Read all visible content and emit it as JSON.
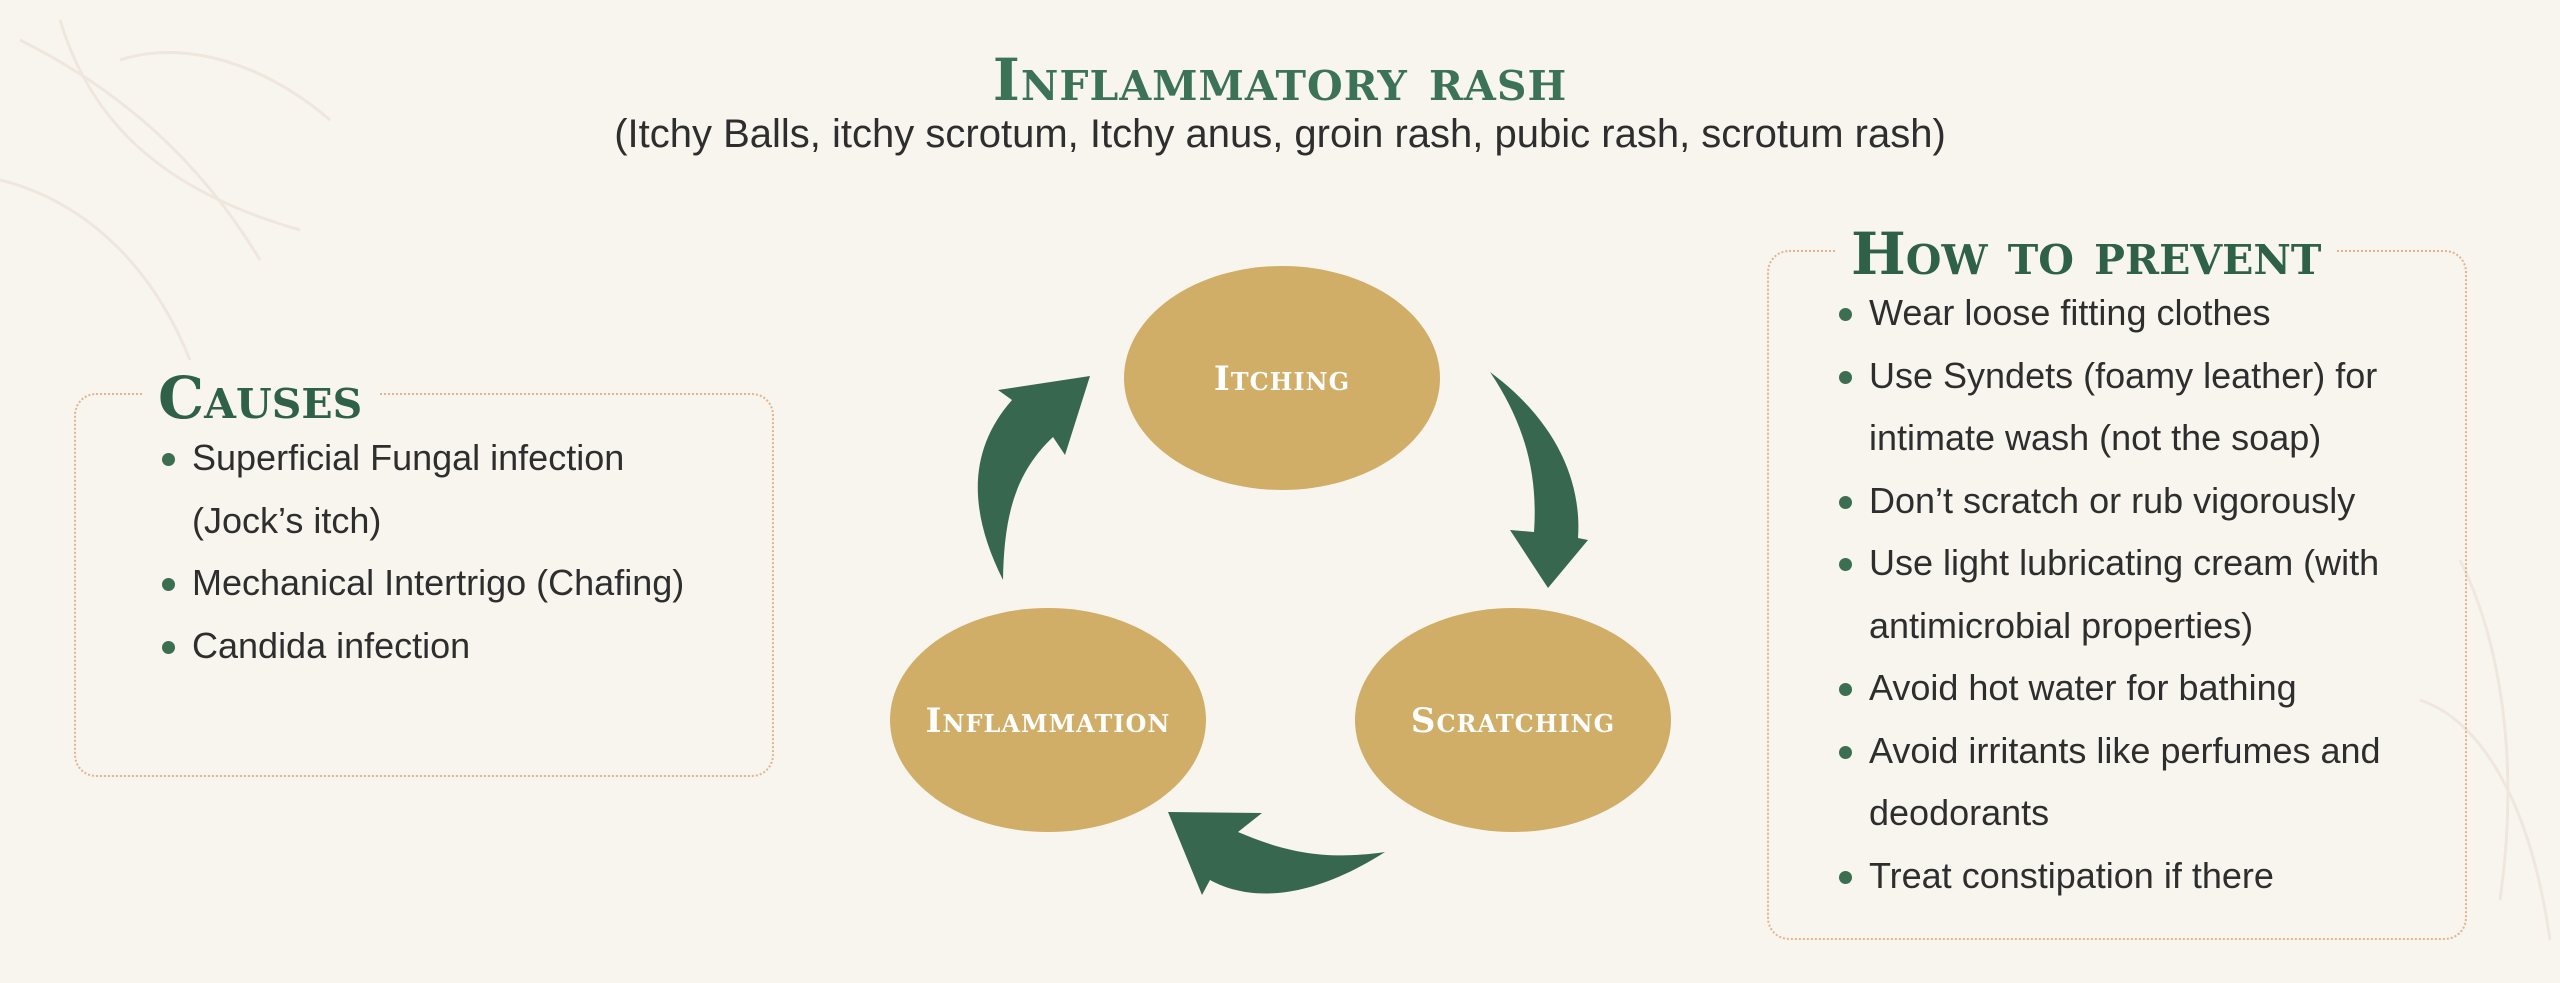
{
  "header": {
    "title": "Inflammatory rash",
    "subtitle": "(Itchy Balls, itchy scrotum, Itchy anus, groin rash, pubic rash, scrotum rash)"
  },
  "causes": {
    "heading": "Causes",
    "items": [
      "Superficial Fungal infection (Jock’s itch)",
      "Mechanical Intertrigo (Chafing)",
      "Candida infection"
    ]
  },
  "cycle": {
    "nodes": [
      "Itching",
      "Scratching",
      "Inflammation"
    ]
  },
  "prevent": {
    "heading": "How to prevent",
    "items": [
      "Wear loose fitting clothes",
      "Use Syndets (foamy leather) for intimate wash (not the soap)",
      "Don’t scratch or rub vigorously",
      "Use light lubricating cream (with antimicrobial properties)",
      "Avoid hot water for bathing",
      "Avoid irritants like perfumes and deodorants",
      "Treat constipation if there"
    ]
  },
  "colors": {
    "accent_green": "#3c7356",
    "arrow_green": "#37684f",
    "node_gold": "#d1ae68",
    "panel_border": "#e3b48e",
    "background": "#f8f5ee"
  }
}
